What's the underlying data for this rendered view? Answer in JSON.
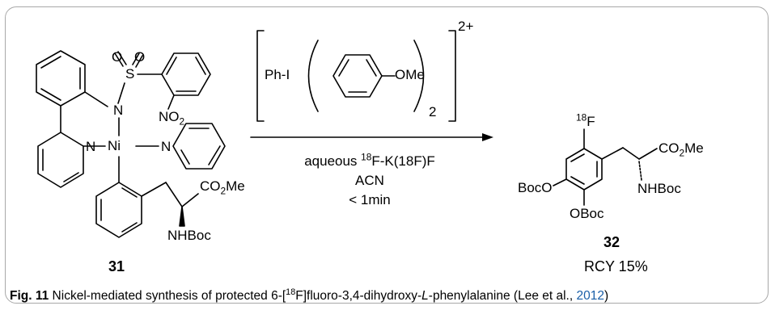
{
  "compound_31": {
    "number": "31",
    "labels": {
      "sulfonyl_o1": "O",
      "sulfonyl_o2": "O",
      "sulfur": "S",
      "n_amide": "N",
      "nitro": "NO",
      "nitro_sub": "2",
      "n_pyridyl": "N",
      "nickel": "Ni",
      "n_pyridine": "N",
      "ester": "CO",
      "ester_sub": "2",
      "ester_me": "Me",
      "nhboc": "NHBoc"
    }
  },
  "reagent": {
    "phi": "Ph-I",
    "ome": "OMe",
    "subscript": "2",
    "charge": "2+"
  },
  "conditions": {
    "line1_prefix": "aqueous ",
    "line1_sup": "18",
    "line1_rest": "F-K(18F)F",
    "line2": "ACN",
    "line3": "< 1min"
  },
  "compound_32": {
    "number": "32",
    "rcy": "RCY 15%",
    "labels": {
      "f_sup": "18",
      "f": "F",
      "ester": "CO",
      "ester_sub": "2",
      "ester_me": "Me",
      "nhboc": "NHBoc",
      "boco": "BocO",
      "oboc": "OBoc"
    }
  },
  "caption": {
    "fig_label": "Fig. 11",
    "text_before_sup": " Nickel-mediated synthesis of protected 6-[",
    "sup": "18",
    "text_mid": "F]fluoro-3,4-dihydroxy-",
    "italic": "L",
    "text_after": "-phenylalanine (Lee et al., ",
    "cite_year": "2012",
    "text_end": ")"
  },
  "colors": {
    "border": "#a8a8a8",
    "link": "#1a5fa8"
  }
}
